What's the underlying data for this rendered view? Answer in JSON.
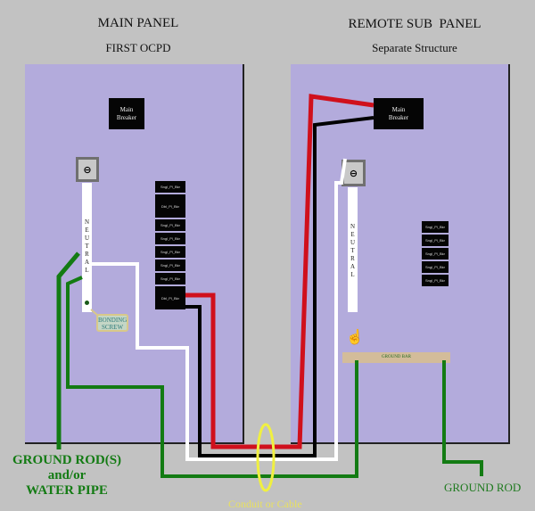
{
  "main_panel": {
    "title": "MAIN PANEL",
    "subtitle": "FIRST OCPD",
    "main_breaker_label": "Main Breaker",
    "neutral_label": "NEUTRAL",
    "neutral_lug_icon": "terminal-lug-icon",
    "bonding_screw_label": "BONDING SCREW",
    "breakers": [
      {
        "label": "Sngl_Pl_Bkr",
        "type": "single"
      },
      {
        "label": "Dbl_Pl_Bkr",
        "type": "double"
      },
      {
        "label": "Sngl_Pl_Bkr",
        "type": "single"
      },
      {
        "label": "Sngl_Pl_Bkr",
        "type": "single"
      },
      {
        "label": "Sngl_Pl_Bkr",
        "type": "single"
      },
      {
        "label": "Sngl_Pl_Bkr",
        "type": "single"
      },
      {
        "label": "Sngl_Pl_Bkr",
        "type": "single"
      },
      {
        "label": "Dbl_Pl_Bkr",
        "type": "double"
      }
    ]
  },
  "remote_panel": {
    "title": "REMOTE SUB  PANEL",
    "subtitle": "Separate Structure",
    "main_breaker_label": "Main Breaker",
    "neutral_label": "NEUTRAL",
    "neutral_lug_icon": "terminal-lug-icon",
    "ground_bar_label": "GROUND BAR",
    "breakers": [
      {
        "label": "Sngl_Pl_Bkr"
      },
      {
        "label": "Sngl_Pl_Bkr"
      },
      {
        "label": "Sngl_Pl_Bkr"
      },
      {
        "label": "Sngl_Pl_Bkr"
      },
      {
        "label": "Sngl_Pl_Bkr"
      }
    ]
  },
  "labels": {
    "ground_rods_line1": "GROUND ROD(S)",
    "ground_rods_line2": "and/or",
    "ground_rods_line3": "WATER PIPE",
    "remote_ground_rod": "GROUND ROD",
    "conduit": "Conduit or Cable"
  },
  "colors": {
    "background": "#c2c2c2",
    "panel": "#b3abdc",
    "hot_red": "#d0101c",
    "hot_black": "#000000",
    "neutral_white": "#ffffff",
    "ground_green": "#137b13",
    "conduit_yellow": "#f0f040"
  }
}
